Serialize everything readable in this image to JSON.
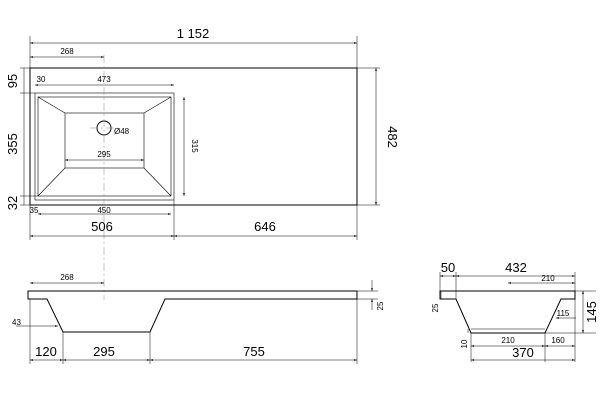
{
  "plan": {
    "overall_length": "1 152",
    "overall_depth": "482",
    "drain_offset_top": "268",
    "bowl_offset_left": "30",
    "bowl_top_width": "473",
    "drain_hole": "Ø48",
    "bowl_bottom_width": "295",
    "bowl_inner_depth": "315",
    "margin_bottom_left": "35",
    "bowl_bottom_outer": "450",
    "back_margin": "95",
    "bowl_depth": "355",
    "front_margin": "32",
    "bowl_zone_width": "506",
    "shelf_width": "646"
  },
  "front_view": {
    "drain_offset": "268",
    "angle": "43",
    "thickness": "25",
    "left_margin": "120",
    "bowl_bottom": "295",
    "shelf_length": "755"
  },
  "side_view": {
    "front_edge": "50",
    "bowl_top_depth": "432",
    "drain_back": "210",
    "lip_thickness": "25",
    "height": "145",
    "bowl_bottom_height": "115",
    "bottom_thickness": "10",
    "bowl_bottom_front": "210",
    "bowl_bottom_back": "160",
    "overall_depth": "370"
  }
}
